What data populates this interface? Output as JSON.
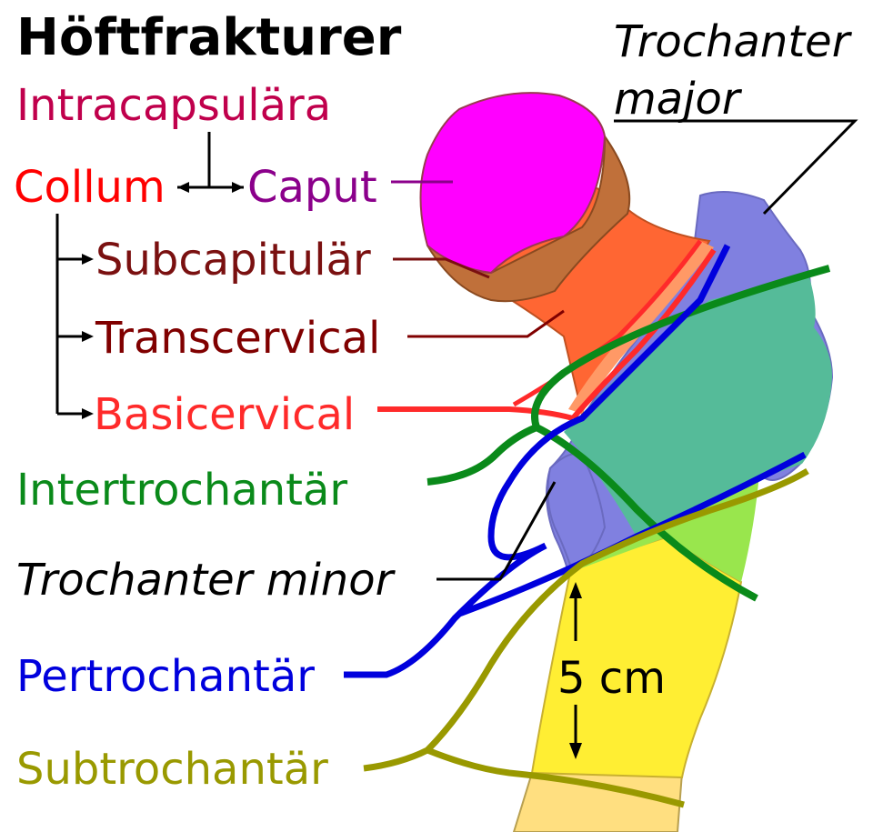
{
  "title": "Höftfrakturer",
  "labels": {
    "intracapsular": "Intracapsulära",
    "collum": "Collum",
    "caput": "Caput",
    "subcapital": "Subcapitulär",
    "transcervical": "Transcervical",
    "basicervical": "Basicervical",
    "intertrochanteric": "Intertrochantär",
    "trochanter_minor": "Trochanter minor",
    "pertrochanteric": "Pertrochantär",
    "subtrochanteric": "Subtrochantär",
    "trochanter_major_1": "Trochanter",
    "trochanter_major_2": "major",
    "distance": "5 cm"
  },
  "colors": {
    "intracapsular": "#c0004c",
    "collum": "#ff0000",
    "caput": "#8b008b",
    "subcapital": "#7a1010",
    "transcervical": "#800000",
    "basicervical": "#ff2a2a",
    "intertrochanteric": "#008000",
    "pertrochanteric": "#0000dd",
    "subtrochanteric": "#999900",
    "head_fill": "#ff00ff",
    "neck_fill": "#ff6633",
    "trochanter_fill": "#7f7fdf",
    "inter_fill": "#55bb99",
    "shaft_fill": "#ffee33"
  }
}
